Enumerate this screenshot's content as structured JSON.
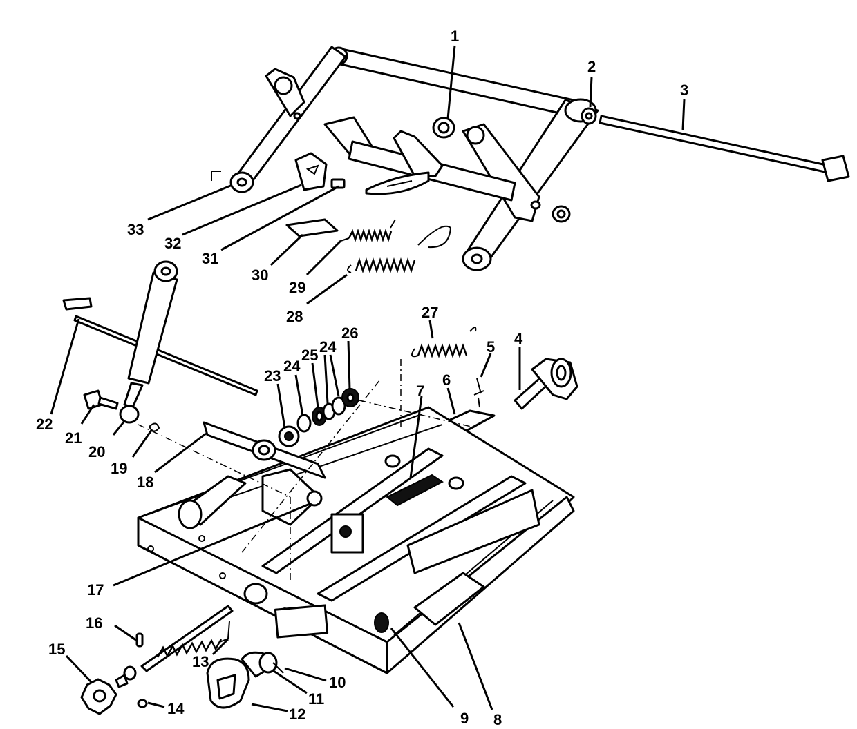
{
  "callouts": [
    "1",
    "2",
    "3",
    "4",
    "5",
    "6",
    "7",
    "8",
    "9",
    "10",
    "11",
    "12",
    "13",
    "14",
    "15",
    "16",
    "17",
    "18",
    "19",
    "20",
    "21",
    "22",
    "23",
    "24",
    "24",
    "25",
    "26",
    "27",
    "28",
    "29",
    "30",
    "31",
    "32",
    "33"
  ]
}
